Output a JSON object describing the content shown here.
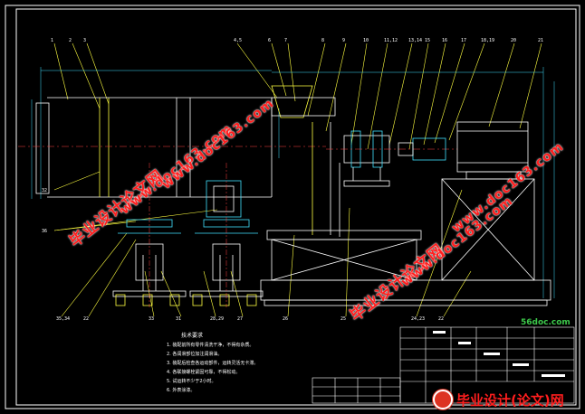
{
  "watermarks": [
    {
      "cn": "毕业设计论文网",
      "url": "www.doc163.com"
    },
    {
      "cn": "毕业设计论文网",
      "url": "www.doc163.com"
    },
    {
      "cn": "毕业设计论文网",
      "url": "www.doc163.com"
    }
  ],
  "logo_text": "毕业设计(论文)网",
  "site_text": "56doc.com",
  "notes_title": "技术要求",
  "notes": [
    "1. 装配前所有零件清洗干净，不得有杂质。",
    "2. 各润滑部位加注润滑油。",
    "3. 装配后检查各运动部件，运转灵活无卡滞。",
    "4. 各联接螺栓紧固可靠，不得松动。",
    "5. 试运转不少于2小时。",
    "6. 外表涂漆。"
  ],
  "callouts_top": [
    "1",
    "2",
    "3",
    "4,5",
    "6",
    "7",
    "8",
    "9",
    "10",
    "11,12",
    "13,14",
    "15",
    "16",
    "17",
    "18,19",
    "20",
    "21"
  ],
  "callouts_bottom": [
    "35,34",
    "22",
    "33",
    "31",
    "28,29",
    "27",
    "26",
    "25",
    "24,23",
    "22"
  ],
  "callouts_left": [
    "32",
    "36"
  ]
}
